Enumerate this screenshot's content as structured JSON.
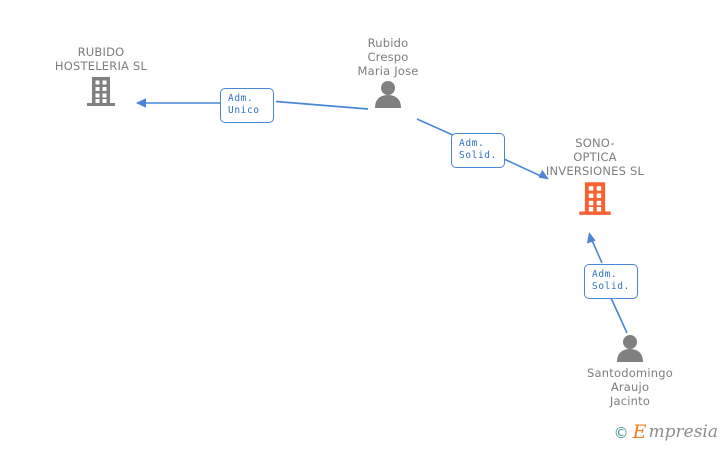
{
  "diagram": {
    "type": "org-relationship-graph",
    "background_color": "#ffffff",
    "company_color": "#f86232",
    "company_inactive_color": "#808080",
    "person_color": "#808080",
    "edge_color": "#4a86d8",
    "label_text_color": "#7d7d7d",
    "rel_text_color": "#2f6fc4"
  },
  "nodes": [
    {
      "id": "rubido-hosteleria",
      "kind": "company",
      "label": "RUBIDO\nHOSTELERIA SL",
      "icon": "building-icon",
      "highlighted": false
    },
    {
      "id": "rubido-crespo-maria-jose",
      "kind": "person",
      "label": "Rubido\nCrespo\nMaria Jose",
      "icon": "person-icon",
      "highlighted": false
    },
    {
      "id": "sono-optica-inversiones",
      "kind": "company",
      "label": "SONO-\nOPTICA\nINVERSIONES SL",
      "icon": "building-icon",
      "highlighted": true
    },
    {
      "id": "santodomingo-araujo-jacinto",
      "kind": "person",
      "label": "Santodomingo\nAraujo\nJacinto",
      "icon": "person-icon",
      "highlighted": false
    }
  ],
  "edges": [
    {
      "id": "edge-1",
      "from": "rubido-crespo-maria-jose",
      "to": "rubido-hosteleria",
      "label": "Adm.\nUnico"
    },
    {
      "id": "edge-2",
      "from": "rubido-crespo-maria-jose",
      "to": "sono-optica-inversiones",
      "label": "Adm.\nSolid."
    },
    {
      "id": "edge-3",
      "from": "santodomingo-araujo-jacinto",
      "to": "sono-optica-inversiones",
      "label": "Adm.\nSolid."
    }
  ],
  "watermark": {
    "copyright": "©",
    "brand_initial": "E",
    "brand_rest": "mpresia"
  }
}
